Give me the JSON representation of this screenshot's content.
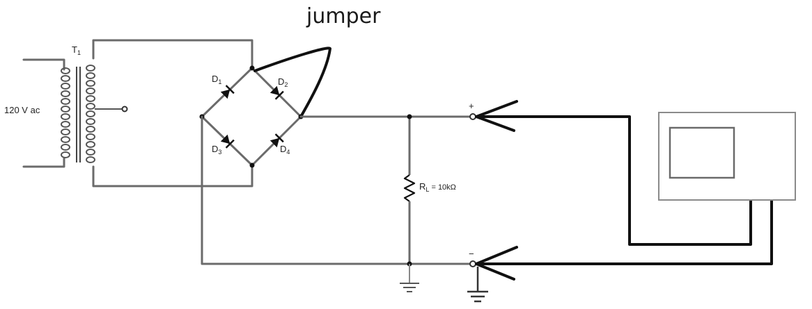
{
  "diagram": {
    "title": "jumper",
    "source_label": "120 V ac",
    "transformer_label": "T",
    "transformer_sub": "1",
    "diodes": [
      {
        "label": "D",
        "sub": "1"
      },
      {
        "label": "D",
        "sub": "2"
      },
      {
        "label": "D",
        "sub": "3"
      },
      {
        "label": "D",
        "sub": "4"
      }
    ],
    "resistor_label": "R",
    "resistor_sub": "L",
    "resistor_value": " = 10kΩ",
    "terminal_plus": "+",
    "terminal_minus": "−",
    "icons": [
      "diode-icon",
      "resistor-icon",
      "ground-icon",
      "oscilloscope-icon",
      "probe-icon",
      "transformer-icon"
    ]
  }
}
